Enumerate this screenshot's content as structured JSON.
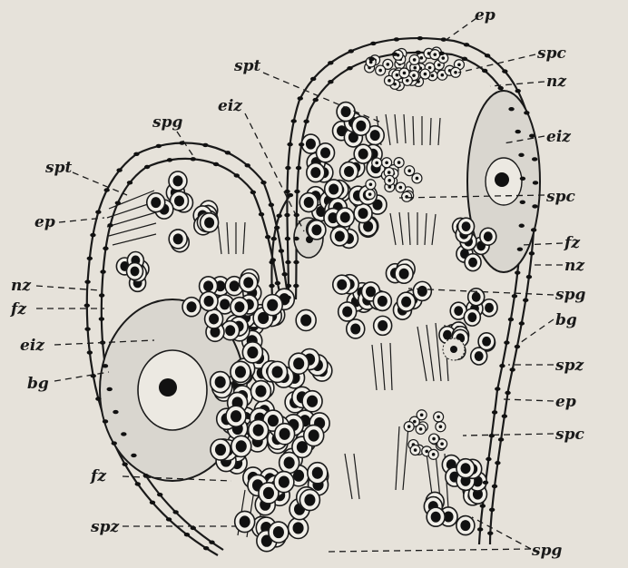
{
  "labels": {
    "ep": "ep",
    "spc": "spc",
    "nz": "nz",
    "spt": "spt",
    "eiz": "eiz",
    "spg": "spg",
    "fz": "fz",
    "bg": "bg",
    "spz": "spz"
  },
  "colors": {
    "paper": "#e6e2da",
    "ink": "#1a1a1a",
    "egg": "#d9d6cf"
  }
}
